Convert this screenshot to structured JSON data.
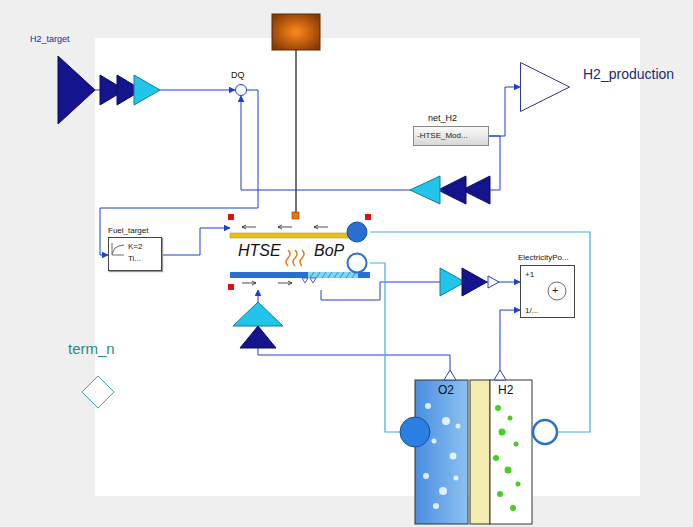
{
  "diagram": {
    "nodes": [
      {
        "text": [
          "H2_target"
        ]
      },
      {
        "text": [
          "DQ"
        ]
      },
      {
        "text": [
          "H2_production"
        ]
      },
      {
        "text": [
          "net_H2",
          "-HTSE_Mod..."
        ]
      },
      {
        "text": [
          "Fuel_target",
          "K=2",
          "Ti..."
        ]
      },
      {
        "text": [
          "HTSE",
          "BoP"
        ]
      },
      {
        "text": [
          "ElectricityPo...",
          "+1",
          "+",
          "1/..."
        ]
      },
      {
        "text": [
          "term_n"
        ]
      },
      {
        "text": [
          "O2",
          "H2"
        ]
      }
    ],
    "edges": [
      {
        "from": 0,
        "to": 1,
        "arrow": "to"
      },
      {
        "from": 1,
        "to": 4,
        "arrow": "to"
      },
      {
        "from": 4,
        "to": 5,
        "arrow": "to"
      },
      {
        "from": 3,
        "to": 2,
        "arrow": "to"
      },
      {
        "from": 3,
        "to": 1,
        "arrow": "to"
      },
      {
        "from": 5,
        "to": 6,
        "arrow": "to"
      },
      {
        "from": 8,
        "to": 5,
        "arrow": "to"
      },
      {
        "from": 8,
        "to": 6,
        "arrow": "to"
      },
      {
        "from": 5,
        "to": 8,
        "arrow": "none"
      },
      {
        "from": 5,
        "to": 8,
        "arrow": "none"
      }
    ]
  }
}
